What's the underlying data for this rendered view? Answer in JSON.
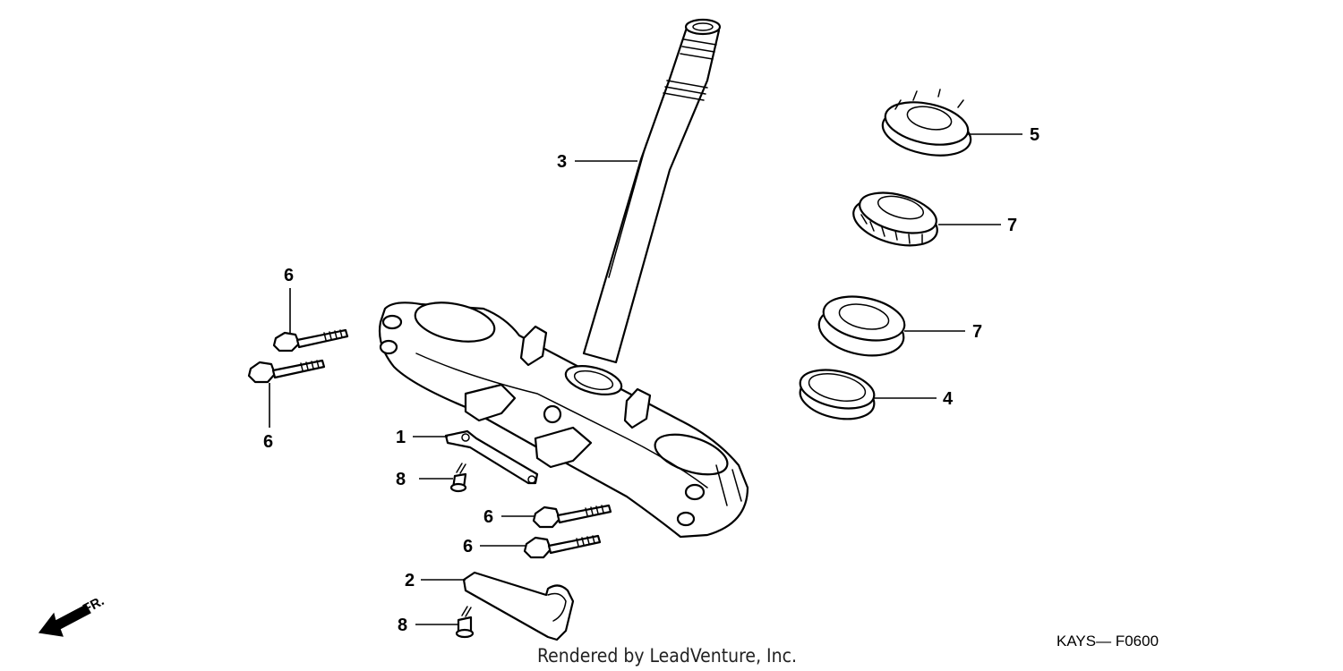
{
  "diagram": {
    "callouts": {
      "c1": "1",
      "c2": "2",
      "c3": "3",
      "c4": "4",
      "c5": "5",
      "c6a": "6",
      "c6b": "6",
      "c6c": "6",
      "c6d": "6",
      "c7a": "7",
      "c7b": "7",
      "c8a": "8",
      "c8b": "8"
    },
    "direction_label": "FR.",
    "diagram_code": "KAYS— F0600",
    "credit": "Rendered by LeadVenture, Inc."
  },
  "colors": {
    "ink": "#000000",
    "background": "#ffffff"
  }
}
